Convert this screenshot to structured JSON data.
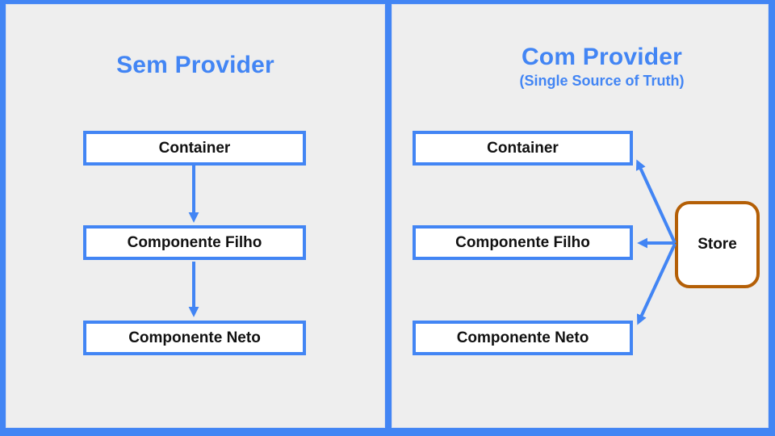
{
  "colors": {
    "background_blue": "#4285F4",
    "panel_gray": "#EEEEEE",
    "accent_blue": "#4285F4",
    "store_border_orange": "#B45F06",
    "node_background": "#FFFFFF",
    "node_text": "#111111"
  },
  "left_panel": {
    "title": "Sem Provider",
    "boxes": [
      "Container",
      "Componente Filho",
      "Componente Neto"
    ]
  },
  "right_panel": {
    "title": "Com Provider",
    "subtitle": "(Single Source of Truth)",
    "boxes": [
      "Container",
      "Componente Filho",
      "Componente Neto"
    ],
    "store_label": "Store"
  }
}
